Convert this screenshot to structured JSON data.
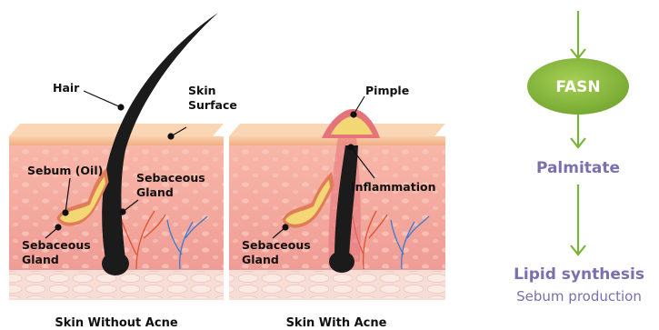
{
  "panels": {
    "left": {
      "caption": "Skin Without Acne",
      "labels": {
        "hair": "Hair",
        "skin_surface_1": "Skin",
        "skin_surface_2": "Surface",
        "sebum": "Sebum (Oil)",
        "sebaceous_gland_upper_1": "Sebaceous",
        "sebaceous_gland_upper_2": "Gland",
        "sebaceous_gland_lower_1": "Sebaceous",
        "sebaceous_gland_lower_2": "Gland"
      }
    },
    "right": {
      "caption": "Skin With Acne",
      "labels": {
        "pimple": "Pimple",
        "inflammation": "Inflammation",
        "sebaceous_gland_1": "Sebaceous",
        "sebaceous_gland_2": "Gland"
      }
    }
  },
  "pathway": {
    "enzyme": "FASN",
    "product": "Palmitate",
    "outcome": "Lipid synthesis",
    "outcome_detail": "Sebum production"
  },
  "colors": {
    "skin_surface": "#f4b88e",
    "dermis": "#f2a49b",
    "fat_layer": "#f6ddd6",
    "hair": "#1b1b1b",
    "sebum": "#f3d774",
    "inflamed": "#e4737a",
    "arrow_green": "#7ab23a",
    "fasn_fill": "#8dbf3f",
    "text_purple": "#7b6fae"
  },
  "icons": [
    "hair-shaft",
    "sebaceous-gland",
    "pimple",
    "blood-vessels",
    "arrow-down"
  ]
}
